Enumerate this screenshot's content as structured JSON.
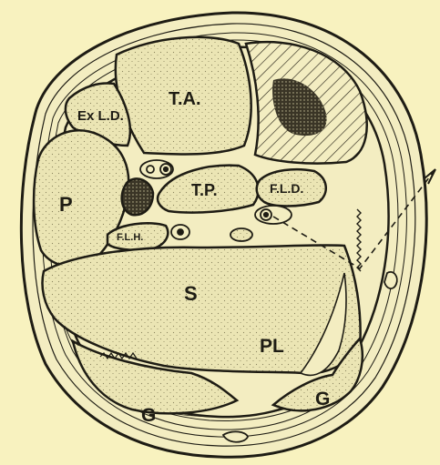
{
  "figure": {
    "background": "#f8f2bf",
    "ink": "#1e1c14",
    "muscle_fill": "#ebe5b4",
    "tissue_fill": "#f3edc1",
    "labels": {
      "tibialis_anterior": "T.A.",
      "extensor_longus_digitorum": "Ex L.D.",
      "peroneus": "P",
      "tibialis_posterior": "T.P.",
      "flexor_longus_digitorum": "F.L.D.",
      "flexor_longus_hallucis": "F.L.H.",
      "soleus": "S",
      "plantaris": "PL",
      "gastrocnemius_left": "G",
      "gastrocnemius_right": "G"
    }
  }
}
